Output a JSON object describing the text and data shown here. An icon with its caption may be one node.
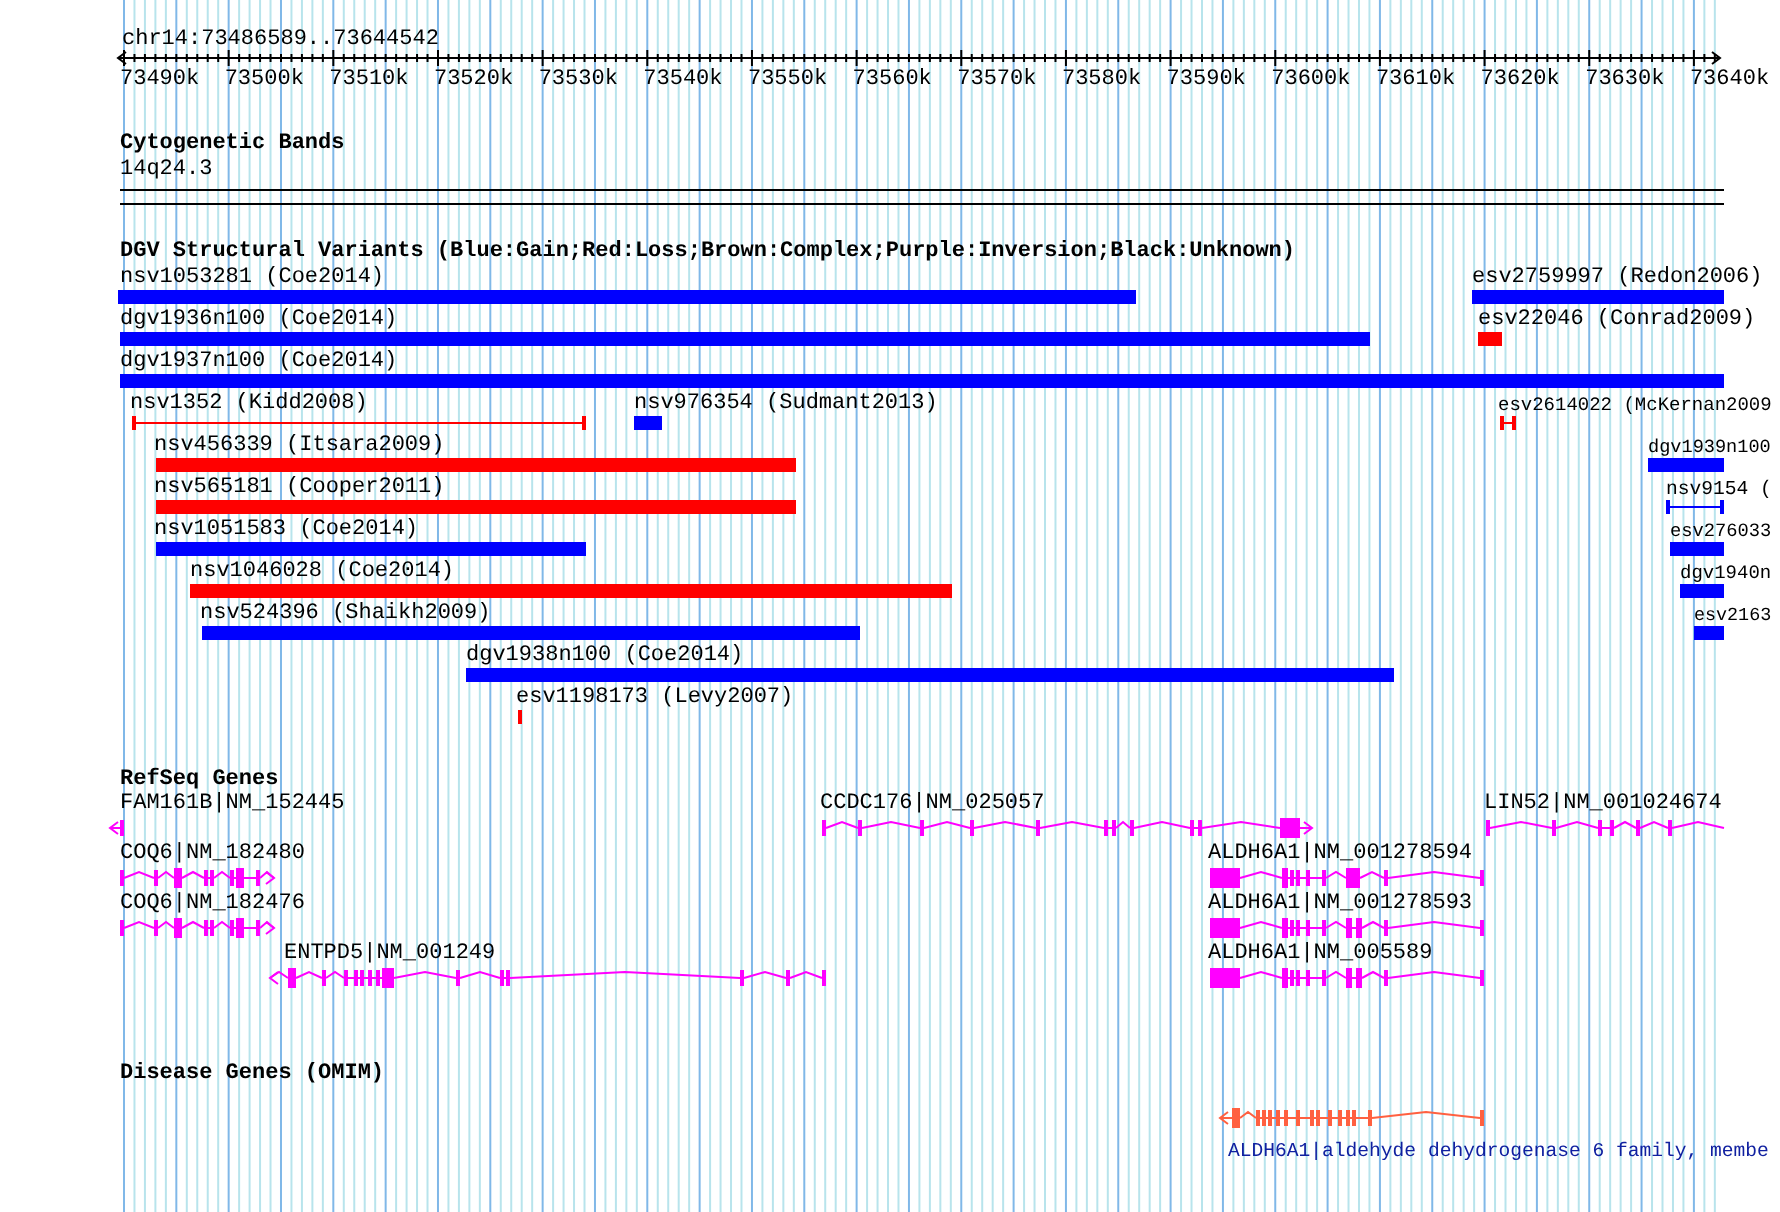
{
  "diagram": {
    "labels": [
      "chr14:73486589..73644542",
      "73490k",
      "73500k",
      "73510k",
      "73520k",
      "73530k",
      "73540k",
      "73550k",
      "73560k",
      "73570k",
      "73580k",
      "73590k",
      "73600k",
      "73610k",
      "73620k",
      "73630k",
      "73640k",
      "Cytogenetic Bands",
      "14q24.3",
      "DGV Structural Variants (Blue:Gain;Red:Loss;Brown:Complex;Purple:Inversion;Black:Unknown)",
      "nsv1053281 (Coe2014)",
      "esv2759997 (Redon2006)",
      "dgv1936n100 (Coe2014)",
      "esv22046 (Conrad2009)",
      "dgv1937n100 (Coe2014)",
      "nsv1352 (Kidd2008)",
      "nsv976354 (Sudmant2013)",
      "esv2614022 (McKernan2009",
      "nsv456339 (Itsara2009)",
      "dgv1939n100",
      "nsv565181 (Cooper2011)",
      "nsv9154 (",
      "nsv1051583 (Coe2014)",
      "esv276033",
      "nsv1046028 (Coe2014)",
      "dgv1940n",
      "nsv524396 (Shaikh2009)",
      "esv2163",
      "dgv1938n100 (Coe2014)",
      "esv1198173 (Levy2007)",
      "RefSeq Genes",
      "FAM161B|NM_152445",
      "CCDC176|NM_025057",
      "LIN52|NM_001024674",
      "COQ6|NM_182480",
      "ALDH6A1|NM_001278594",
      "COQ6|NM_182476",
      "ALDH6A1|NM_001278593",
      "ENTPD5|NM_001249",
      "ALDH6A1|NM_005589",
      "Disease Genes (OMIM)",
      "ALDH6A1|aldehyde dehydrogenase 6 family, membe"
    ]
  }
}
